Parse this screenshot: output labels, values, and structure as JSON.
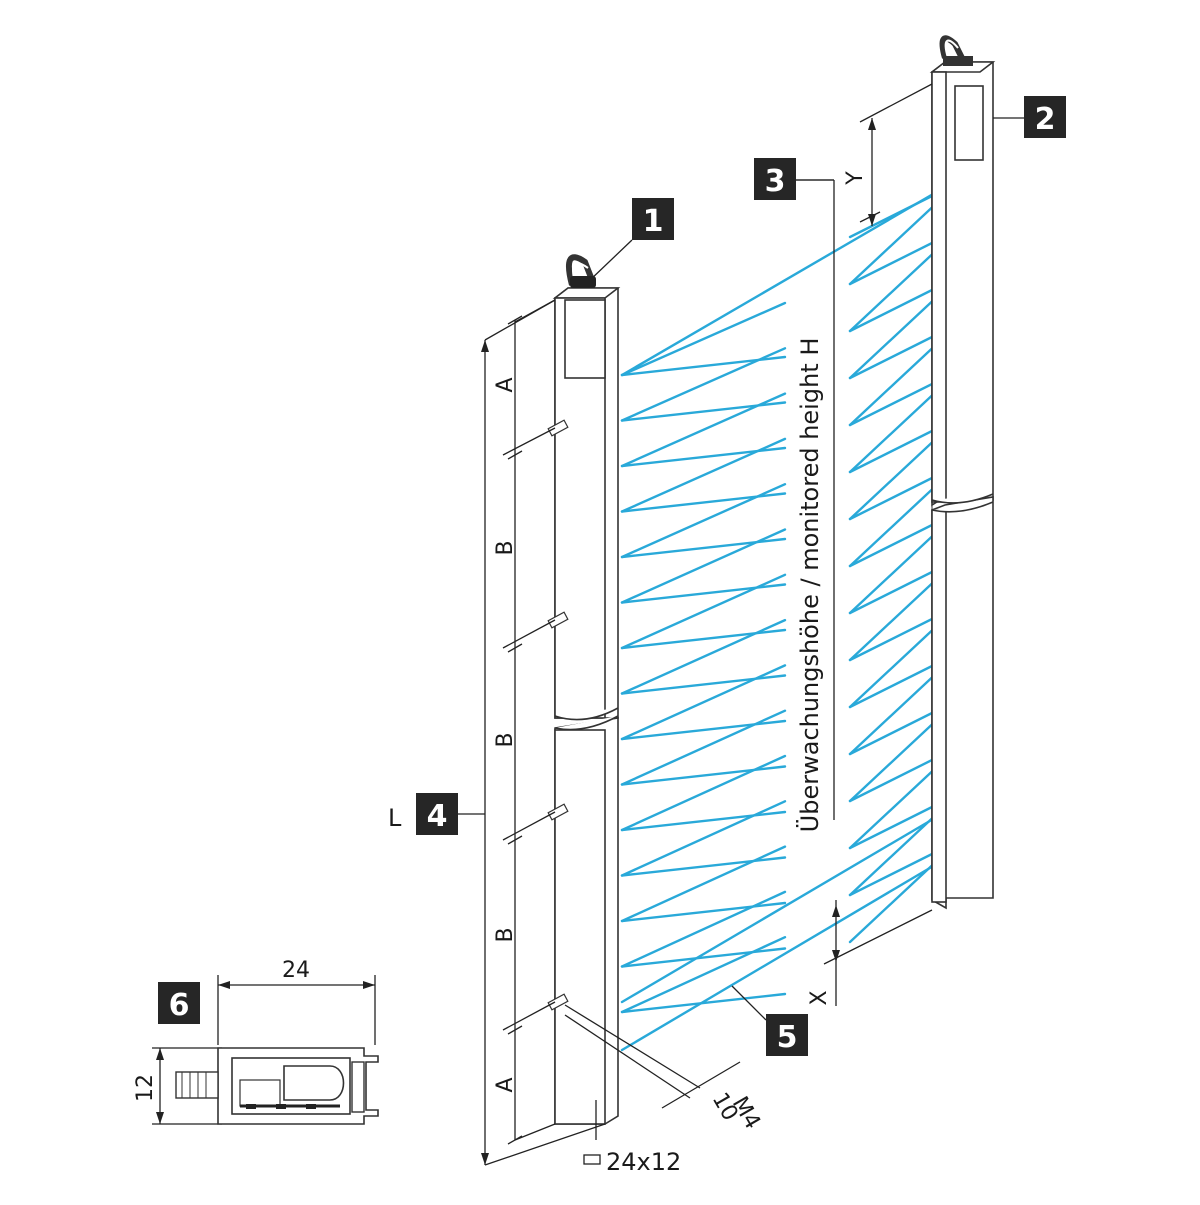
{
  "callouts": {
    "c1": "1",
    "c2": "2",
    "c3": "3",
    "c4": "4",
    "c5": "5",
    "c6": "6"
  },
  "dimensions": {
    "A_top": "A",
    "B1": "B",
    "B2": "B",
    "B3": "B",
    "A_bottom": "A",
    "L": "L",
    "Y": "Y",
    "X": "X",
    "profile_width": "24",
    "profile_height": "12",
    "mount_offset": "10",
    "thread": "M4",
    "section": "24x12"
  },
  "monitored_height_label": "Überwachungshöhe / monitored height H",
  "colors": {
    "beam": "#29a9d9",
    "callout_bg": "#262626",
    "line": "#222222"
  }
}
